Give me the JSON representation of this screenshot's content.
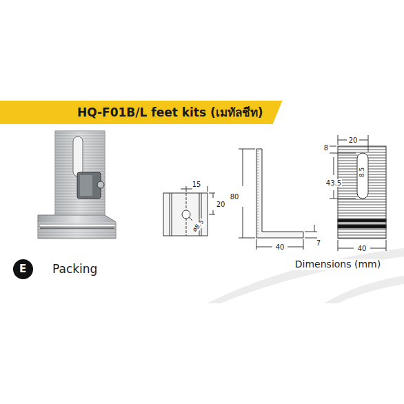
{
  "diagram": {
    "title": "HQ-F01B/L feet kits (เมทัลชีท)",
    "nodes": [
      {
        "text": [
          "E"
        ]
      }
    ],
    "labels": [
      "Packing",
      "15",
      "20",
      "ø8.5",
      "80",
      "40",
      "7",
      "20",
      "8",
      "43.5",
      "8.5",
      "40",
      "Dimensions (mm)"
    ]
  }
}
